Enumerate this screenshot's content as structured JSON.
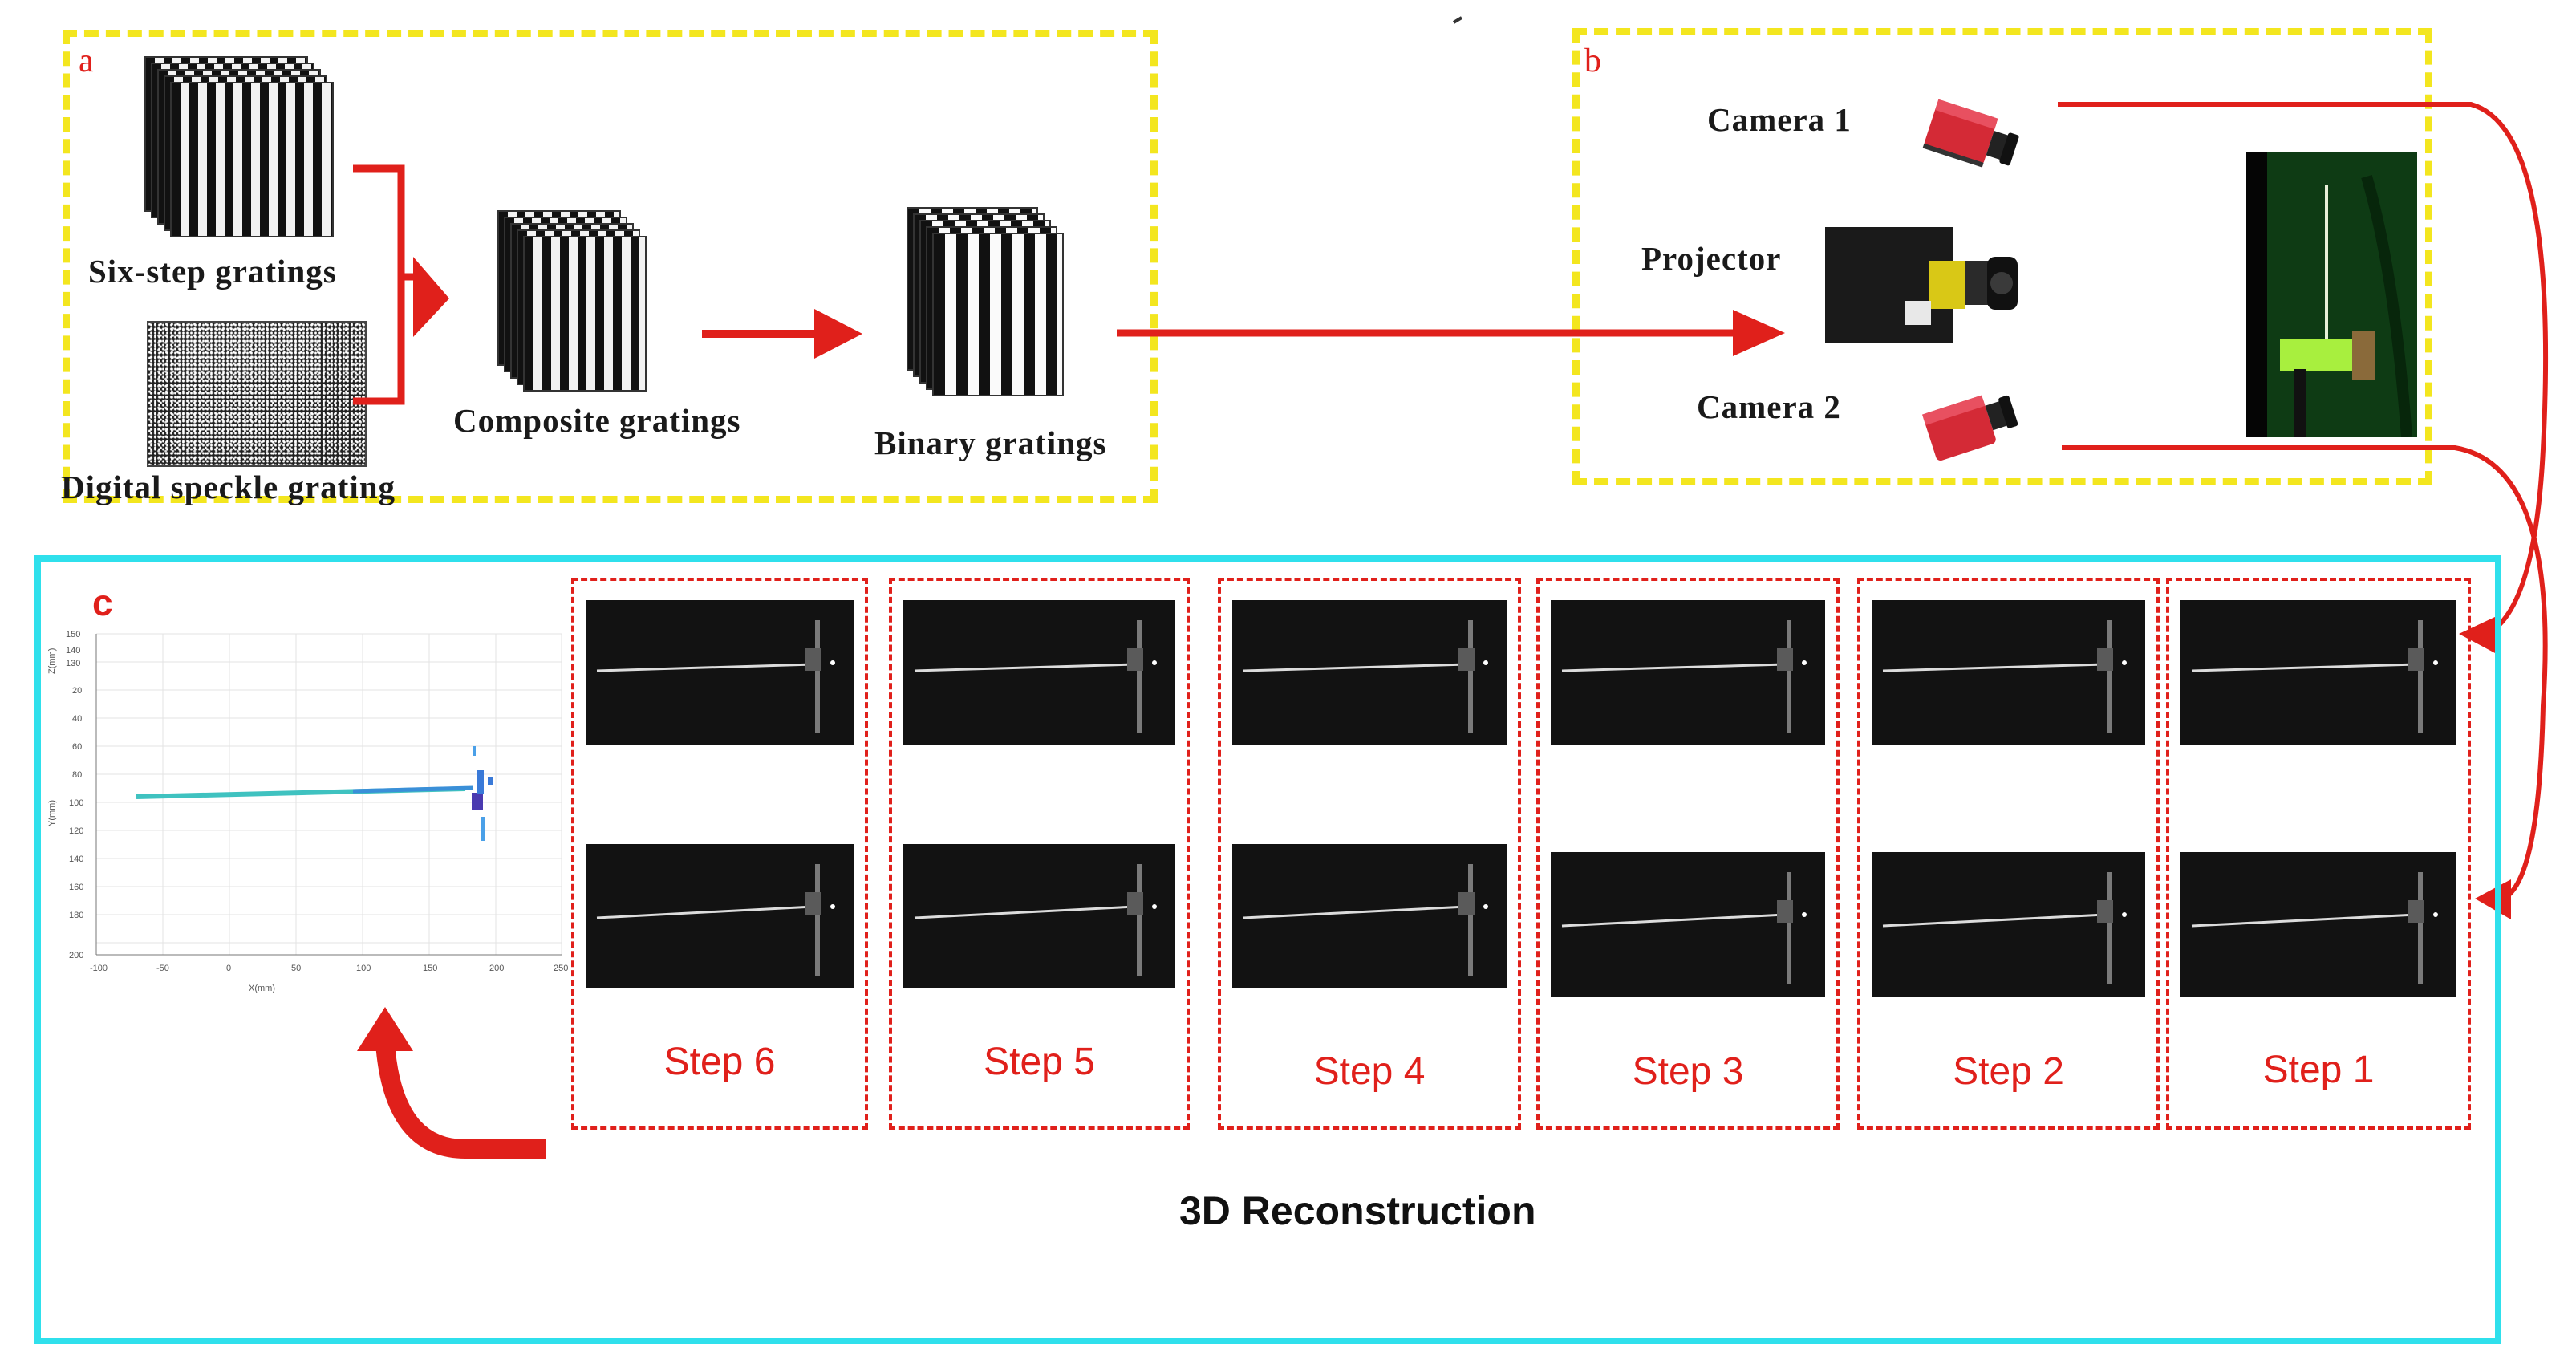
{
  "panel_a": {
    "letter": "a",
    "six_step_label": "Six-step gratings",
    "speckle_label": "Digital speckle grating",
    "composite_label": "Composite gratings",
    "binary_label": "Binary gratings"
  },
  "panel_b": {
    "letter": "b",
    "camera1_label": "Camera 1",
    "projector_label": "Projector",
    "camera2_label": "Camera 2"
  },
  "panel_c": {
    "letter": "c",
    "title": "3D Reconstruction",
    "steps": [
      "Step 6",
      "Step 5",
      "Step 4",
      "Step 3",
      "Step 2",
      "Step 1"
    ],
    "plot": {
      "y_label": "Y(mm)",
      "z_label": "Z(mm)",
      "x_label": "X(mm)",
      "x_ticks": [
        "-100",
        "-50",
        "0",
        "50",
        "100",
        "150",
        "200",
        "250"
      ],
      "y_ticks": [
        "150",
        "140",
        "130",
        "20",
        "40",
        "60",
        "80",
        "100",
        "120",
        "140",
        "160",
        "180",
        "200"
      ]
    }
  },
  "colors": {
    "arrow_red": "#e0201b",
    "panel_yellow": "#f3e61f",
    "panel_cyan": "#2fe0ec"
  }
}
